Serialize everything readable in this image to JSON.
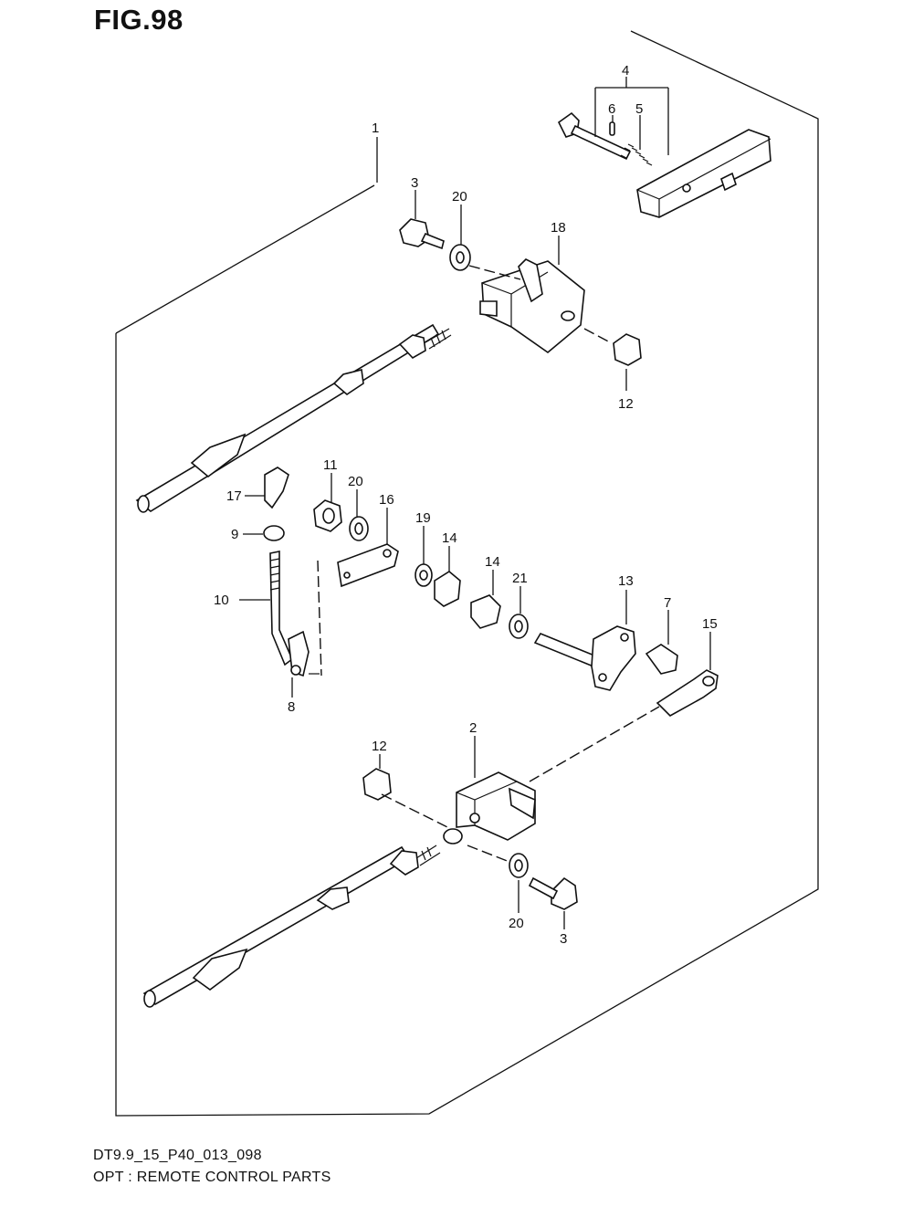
{
  "figure": {
    "title": "FIG.98",
    "code": "DT9.9_15_P40_013_098",
    "description": "OPT : REMOTE CONTROL PARTS"
  },
  "callouts": [
    "1",
    "2",
    "3",
    "3",
    "4",
    "5",
    "6",
    "7",
    "8",
    "9",
    "10",
    "11",
    "12",
    "12",
    "13",
    "14",
    "14",
    "15",
    "16",
    "17",
    "18",
    "19",
    "20",
    "20",
    "20",
    "21"
  ]
}
